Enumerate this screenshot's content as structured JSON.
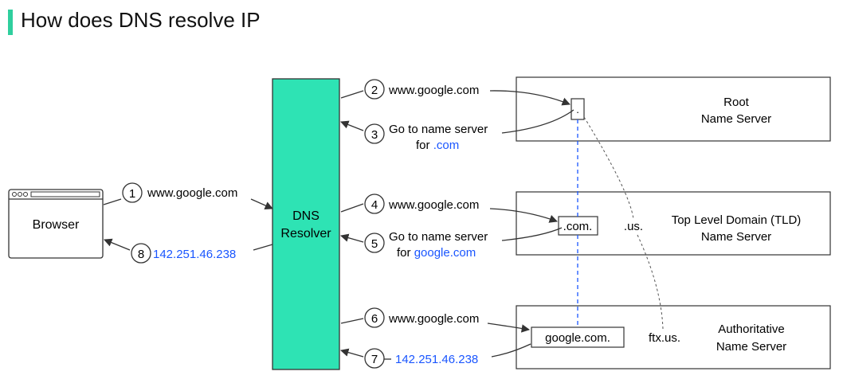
{
  "title": "How does DNS resolve IP",
  "colors": {
    "accent": "#2fcf9e",
    "resolver_fill": "#2ee3b4",
    "link_blue": "#1a56ff",
    "stroke": "#333333"
  },
  "browser": {
    "label": "Browser"
  },
  "resolver": {
    "line1": "DNS",
    "line2": "Resolver"
  },
  "servers": {
    "root": {
      "line1": "Root",
      "line2": "Name Server",
      "node": "."
    },
    "tld": {
      "line1": "Top Level Domain (TLD)",
      "line2": "Name Server",
      "node": ".com.",
      "other": ".us."
    },
    "auth": {
      "line1": "Authoritative",
      "line2": "Name Server",
      "node": "google.com.",
      "other": "ftx.us."
    }
  },
  "steps": [
    {
      "num": "1",
      "text": "www.google.com"
    },
    {
      "num": "2",
      "text": "www.google.com"
    },
    {
      "num": "3",
      "text": "Go to name server",
      "text2_prefix": "for",
      "text2_link": ".com"
    },
    {
      "num": "4",
      "text": "www.google.com"
    },
    {
      "num": "5",
      "text": "Go to name server",
      "text2_prefix": "for",
      "text2_link": "google.com"
    },
    {
      "num": "6",
      "text": "www.google.com"
    },
    {
      "num": "7",
      "text": "142.251.46.238"
    },
    {
      "num": "8",
      "text": "142.251.46.238"
    }
  ]
}
